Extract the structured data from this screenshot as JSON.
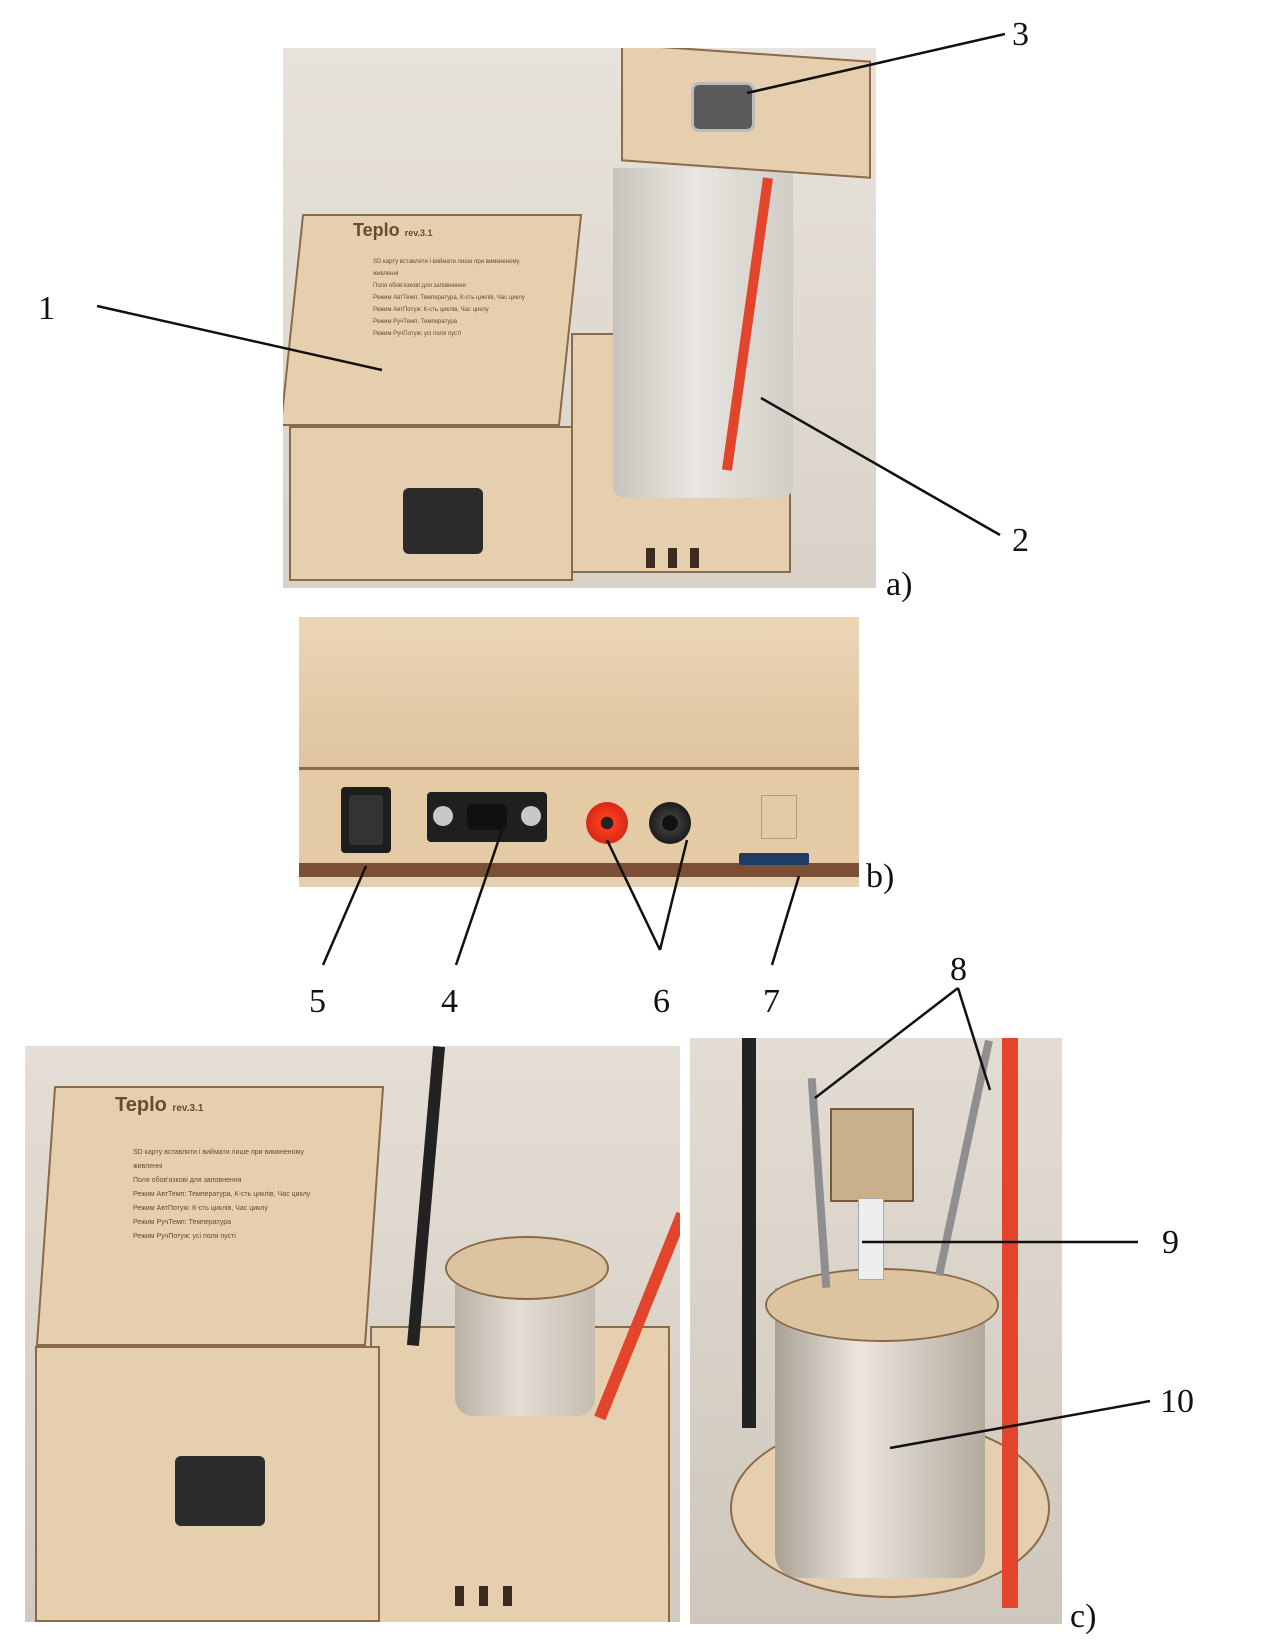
{
  "figure": {
    "panel_labels": {
      "a": "a)",
      "b": "b)",
      "c": "c)"
    },
    "callouts": [
      "1",
      "2",
      "3",
      "4",
      "5",
      "6",
      "7",
      "8",
      "9",
      "10"
    ]
  },
  "device": {
    "brand": "Teplo",
    "revision": "rev.3.1",
    "panel_text": [
      "SD карту вставляти і виймати лише при вимкненому живленні",
      "Поля обов'язкові для заповнення",
      "Режим АвтТемп: Температура, К-сть циклів, Час циклу",
      "Режим АвтПотуж: К-сть циклів, Час циклу",
      "Режим РучТемп: Температура",
      "Режим РучПотуж: усі поля пусті"
    ]
  },
  "colors": {
    "plywood": "#e6cfae",
    "plywood_edge": "#8b6a48",
    "wall": "#e8e2da",
    "red_rod": "#e2452c",
    "black_rod": "#222222",
    "cylinder": "#d9d6d1",
    "steel": "#c9c2b8"
  }
}
